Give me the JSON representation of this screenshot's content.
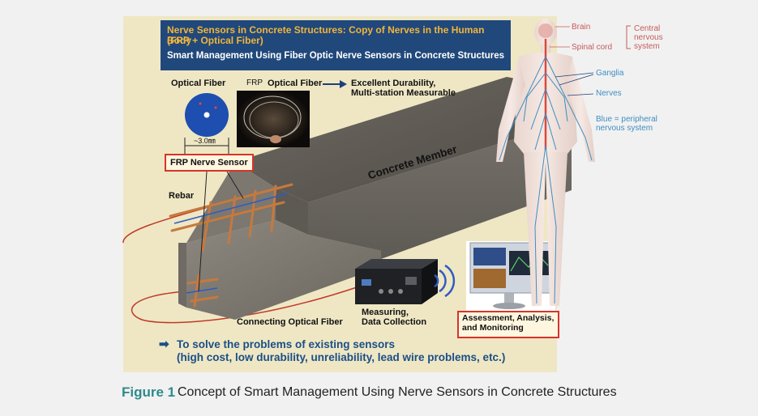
{
  "header": {
    "title_line1": "Nerve Sensors in Concrete Structures: Copy of Nerves in the Human Body",
    "title_line2": "(FRP + Optical Fiber)",
    "subtitle": "Smart Management Using Fiber Optic Nerve Sensors in Concrete Structures"
  },
  "labels": {
    "optical_fiber": "Optical Fiber",
    "frp": "FRP",
    "optical_fiber_2": "Optical Fiber",
    "durability_line1": "Excellent Durability,",
    "durability_line2": "Multi-station Measurable",
    "dimension": "~3.0㎜",
    "frp_nerve_sensor": "FRP Nerve Sensor",
    "rebar": "Rebar",
    "concrete_member": "Concrete Member",
    "connecting_fiber": "Connecting Optical Fiber",
    "measuring_line1": "Measuring,",
    "measuring_line2": "Data Collection",
    "assessment_line1": "Assessment, Analysis,",
    "assessment_line2": "and Monitoring"
  },
  "body_labels": {
    "brain": "Brain",
    "spinal_cord": "Spinal cord",
    "central_line1": "Central",
    "central_line2": "nervous",
    "central_line3": "system",
    "ganglia": "Ganglia",
    "nerves": "Nerves",
    "blue_line1": "Blue = peripheral",
    "blue_line2": "nervous system"
  },
  "problem": {
    "arrow": "➡",
    "line1": "To solve the problems of existing sensors",
    "line2": "(high cost, low durability, unreliability, lead wire problems, etc.)"
  },
  "caption": {
    "figure_label": "Figure 1",
    "text": "Concept of Smart Management Using Nerve Sensors in Concrete Structures"
  },
  "colors": {
    "header_bg": "#20487b",
    "header_title": "#f2b53a",
    "panel_bg": "#efe7c4",
    "accent_red": "#d6342a",
    "nerve_blue": "#3e8ec3",
    "caption_teal": "#2f8a8a",
    "problem_blue": "#1b4f86"
  }
}
